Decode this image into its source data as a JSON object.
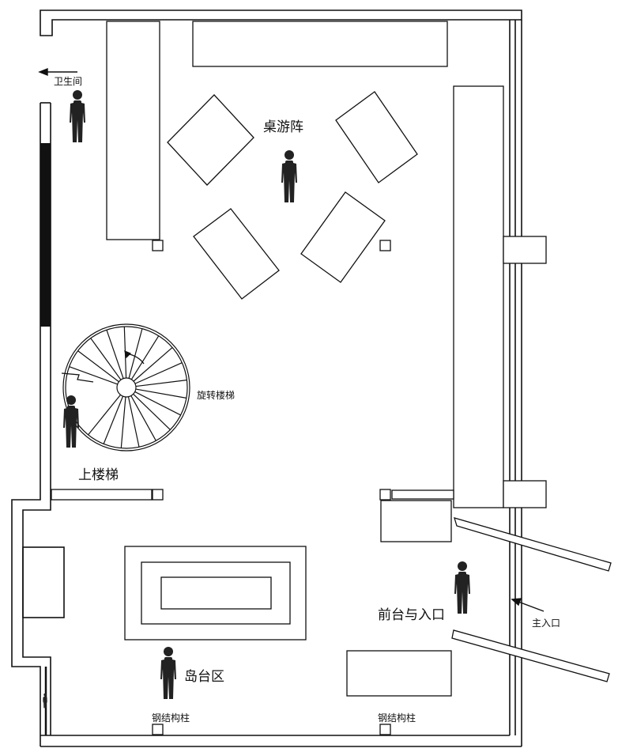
{
  "labels": {
    "board_game_zone": "桌游阵",
    "restroom": "卫生间",
    "spiral_stairs": "旋转楼梯",
    "upstairs": "上楼梯",
    "island_zone": "岛台区",
    "front_desk_entrance": "前台与入口",
    "main_entrance": "主入口",
    "steel_column_left": "钢结构柱",
    "steel_column_right": "钢结构柱"
  },
  "icons": {
    "person": "person-silhouette-icon",
    "arrow": "arrow-left-icon"
  },
  "colors": {
    "wall": "#111111",
    "person": "#222222"
  }
}
